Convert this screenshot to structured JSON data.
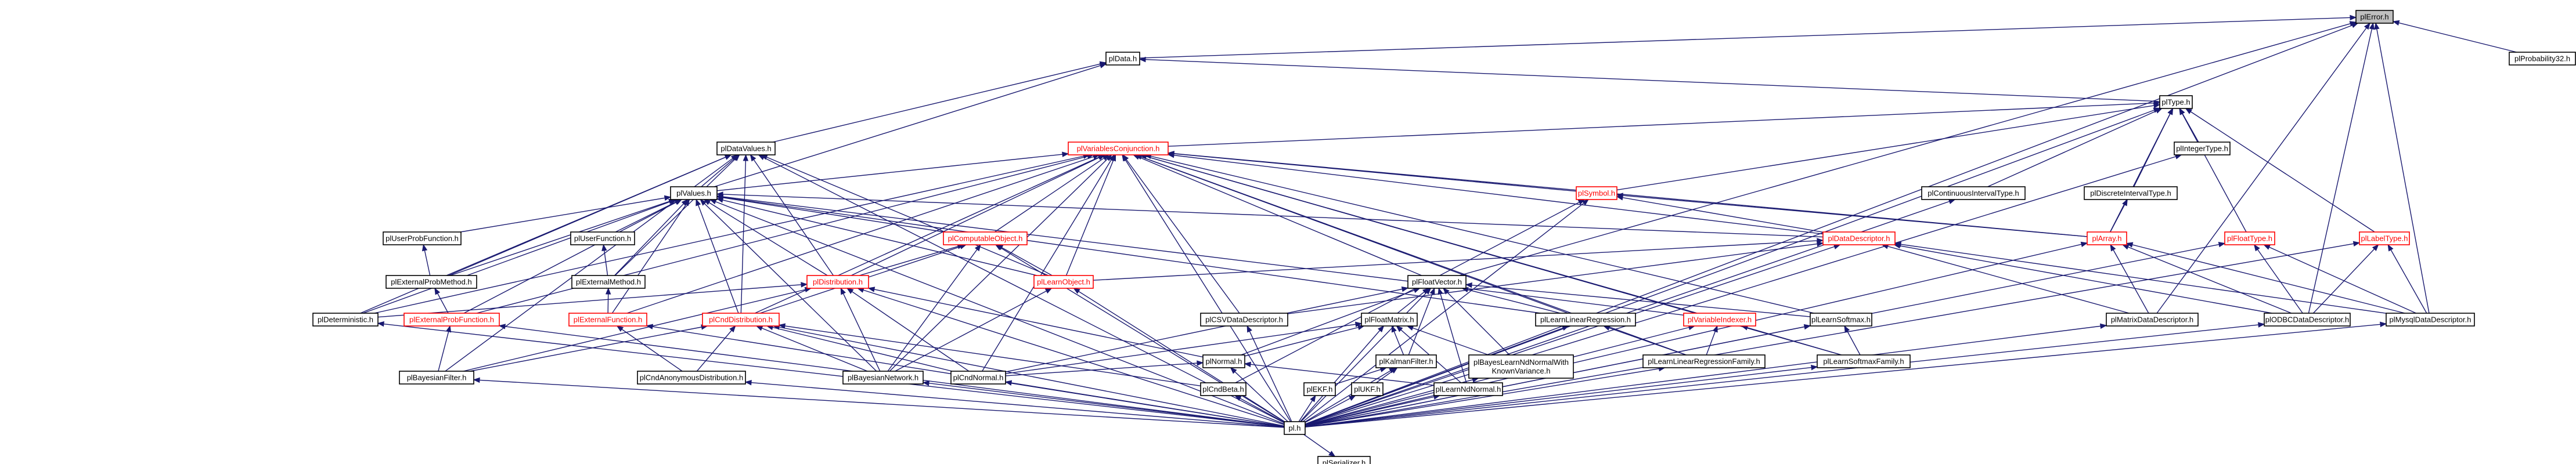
{
  "diagram": {
    "title": "",
    "edge_color": "#191970",
    "node_border_color": "#000000",
    "truncated_node_color": "#ff0000",
    "root_fill": "#bfbfbf",
    "nodes": [
      {
        "id": "plError",
        "label": "plError.h",
        "root": true
      },
      {
        "id": "plProbability32",
        "label": "plProbability32.h"
      },
      {
        "id": "plData",
        "label": "plData.h"
      },
      {
        "id": "plType",
        "label": "plType.h"
      },
      {
        "id": "plDataValues",
        "label": "plDataValues.h"
      },
      {
        "id": "plVariablesConjunction",
        "label": "plVariablesConjunction.h",
        "truncated": true
      },
      {
        "id": "plIntegerType",
        "label": "plIntegerType.h"
      },
      {
        "id": "plValues",
        "label": "plValues.h"
      },
      {
        "id": "plSymbol",
        "label": "plSymbol.h",
        "truncated": true
      },
      {
        "id": "plContinuousIntervalType",
        "label": "plContinuousIntervalType.h"
      },
      {
        "id": "plDiscreteIntervalType",
        "label": "plDiscreteIntervalType.h"
      },
      {
        "id": "plUserProbFunction",
        "label": "plUserProbFunction.h"
      },
      {
        "id": "plUserFunction",
        "label": "plUserFunction.h"
      },
      {
        "id": "plComputableObject",
        "label": "plComputableObject.h",
        "truncated": true
      },
      {
        "id": "plDataDescriptor",
        "label": "plDataDescriptor.h",
        "truncated": true
      },
      {
        "id": "plArray",
        "label": "plArray.h",
        "truncated": true
      },
      {
        "id": "plFloatType",
        "label": "plFloatType.h",
        "truncated": true
      },
      {
        "id": "plLabelType",
        "label": "plLabelType.h",
        "truncated": true
      },
      {
        "id": "plFloatVector",
        "label": "plFloatVector.h"
      },
      {
        "id": "plExternalProbMethod",
        "label": "plExternalProbMethod.h"
      },
      {
        "id": "plExternalMethod",
        "label": "plExternalMethod.h"
      },
      {
        "id": "plDistribution",
        "label": "plDistribution.h",
        "truncated": true
      },
      {
        "id": "plLearnObject",
        "label": "plLearnObject.h",
        "truncated": true
      },
      {
        "id": "plCSVDataDescriptor",
        "label": "plCSVDataDescriptor.h"
      },
      {
        "id": "plFloatMatrix",
        "label": "plFloatMatrix.h"
      },
      {
        "id": "plLearnLinearRegression",
        "label": "plLearnLinearRegression.h"
      },
      {
        "id": "plVariableIndexer",
        "label": "plVariableIndexer.h",
        "truncated": true
      },
      {
        "id": "plLearnSoftmax",
        "label": "plLearnSoftmax.h"
      },
      {
        "id": "plMatrixDataDescriptor",
        "label": "plMatrixDataDescriptor.h"
      },
      {
        "id": "plODBCDataDescriptor",
        "label": "plODBCDataDescriptor.h"
      },
      {
        "id": "plMysqlDataDescriptor",
        "label": "plMysqlDataDescriptor.h"
      },
      {
        "id": "plDeterministic",
        "label": "plDeterministic.h"
      },
      {
        "id": "plExternalProbFunction",
        "label": "plExternalProbFunction.h",
        "truncated": true
      },
      {
        "id": "plExternalFunction",
        "label": "plExternalFunction.h",
        "truncated": true
      },
      {
        "id": "plCndDistribution",
        "label": "plCndDistribution.h",
        "truncated": true
      },
      {
        "id": "plNormal",
        "label": "plNormal.h"
      },
      {
        "id": "plKalmanFilter",
        "label": "plKalmanFilter.h"
      },
      {
        "id": "plBayesLearnNdNormalWithKnownVariance",
        "label": "plBayesLearnNdNormalWith\nKnownVariance.h"
      },
      {
        "id": "plLearnLinearRegressionFamily",
        "label": "plLearnLinearRegressionFamily.h"
      },
      {
        "id": "plLearnSoftmaxFamily",
        "label": "plLearnSoftmaxFamily.h"
      },
      {
        "id": "plBayesianFilter",
        "label": "plBayesianFilter.h"
      },
      {
        "id": "plCndAnonymousDistribution",
        "label": "plCndAnonymousDistribution.h"
      },
      {
        "id": "plBayesianNetwork",
        "label": "plBayesianNetwork.h"
      },
      {
        "id": "plCndNormal",
        "label": "plCndNormal.h"
      },
      {
        "id": "plCndBeta",
        "label": "plCndBeta.h"
      },
      {
        "id": "plEKF",
        "label": "plEKF.h"
      },
      {
        "id": "plUKF",
        "label": "plUKF.h"
      },
      {
        "id": "plLearnNdNormal",
        "label": "plLearnNdNormal.h"
      },
      {
        "id": "pl",
        "label": "pl.h"
      },
      {
        "id": "plSerializer",
        "label": "plSerializer.h"
      }
    ],
    "edges": [
      [
        "plError",
        "plProbability32"
      ],
      [
        "plError",
        "plData"
      ],
      [
        "plError",
        "plFloatVector"
      ],
      [
        "plError",
        "plMatrixDataDescriptor"
      ],
      [
        "plError",
        "plODBCDataDescriptor"
      ],
      [
        "plError",
        "plMysqlDataDescriptor"
      ],
      [
        "plError",
        "pl"
      ],
      [
        "plData",
        "plType"
      ],
      [
        "plData",
        "plDataValues"
      ],
      [
        "plData",
        "plValues"
      ],
      [
        "plType",
        "plVariablesConjunction"
      ],
      [
        "plType",
        "plIntegerType"
      ],
      [
        "plType",
        "plSymbol"
      ],
      [
        "plType",
        "plContinuousIntervalType"
      ],
      [
        "plType",
        "plDiscreteIntervalType"
      ],
      [
        "plType",
        "plArray"
      ],
      [
        "plType",
        "plFloatType"
      ],
      [
        "plType",
        "plLabelType"
      ],
      [
        "plType",
        "pl"
      ],
      [
        "plDataValues",
        "plValues"
      ],
      [
        "plDataValues",
        "plExternalProbMethod"
      ],
      [
        "plDataValues",
        "plExternalMethod"
      ],
      [
        "plDataValues",
        "plDistribution"
      ],
      [
        "plDataValues",
        "plLearnObject"
      ],
      [
        "plDataValues",
        "plCndDistribution"
      ],
      [
        "plDataValues",
        "plBayesianFilter"
      ],
      [
        "plDataValues",
        "pl"
      ],
      [
        "plDataValues",
        "plDeterministic"
      ],
      [
        "plVariablesConjunction",
        "plValues"
      ],
      [
        "plVariablesConjunction",
        "plSymbol"
      ],
      [
        "plVariablesConjunction",
        "plComputableObject"
      ],
      [
        "plVariablesConjunction",
        "plDataDescriptor"
      ],
      [
        "plVariablesConjunction",
        "plFloatVector"
      ],
      [
        "plVariablesConjunction",
        "plDistribution"
      ],
      [
        "plVariablesConjunction",
        "plLearnObject"
      ],
      [
        "plVariablesConjunction",
        "plCSVDataDescriptor"
      ],
      [
        "plVariablesConjunction",
        "plVariableIndexer"
      ],
      [
        "plVariablesConjunction",
        "plLearnLinearRegression"
      ],
      [
        "plVariablesConjunction",
        "plLearnSoftmax"
      ],
      [
        "plVariablesConjunction",
        "plCndDistribution"
      ],
      [
        "plVariablesConjunction",
        "plExternalFunction"
      ],
      [
        "plVariablesConjunction",
        "plExternalProbFunction"
      ],
      [
        "plVariablesConjunction",
        "plDeterministic"
      ],
      [
        "plVariablesConjunction",
        "plBayesianNetwork"
      ],
      [
        "plVariablesConjunction",
        "plLearnSoftmaxFamily"
      ],
      [
        "plVariablesConjunction",
        "plLearnLinearRegressionFamily"
      ],
      [
        "plVariablesConjunction",
        "plArray"
      ],
      [
        "plVariablesConjunction",
        "pl"
      ],
      [
        "plVariablesConjunction",
        "plCndNormal"
      ],
      [
        "plIntegerType",
        "pl"
      ],
      [
        "plValues",
        "plUserProbFunction"
      ],
      [
        "plValues",
        "plUserFunction"
      ],
      [
        "plValues",
        "plComputableObject"
      ],
      [
        "plValues",
        "plDataDescriptor"
      ],
      [
        "plValues",
        "plDistribution"
      ],
      [
        "plValues",
        "plLearnObject"
      ],
      [
        "plValues",
        "plExternalProbMethod"
      ],
      [
        "plValues",
        "plExternalMethod"
      ],
      [
        "plValues",
        "plCndDistribution"
      ],
      [
        "plValues",
        "plDeterministic"
      ],
      [
        "plValues",
        "plExternalFunction"
      ],
      [
        "plValues",
        "plExternalProbFunction"
      ],
      [
        "plValues",
        "plBayesianNetwork"
      ],
      [
        "plValues",
        "plLearnLinearRegression"
      ],
      [
        "plValues",
        "plVariableIndexer"
      ],
      [
        "plValues",
        "pl"
      ],
      [
        "plSymbol",
        "plDataDescriptor"
      ],
      [
        "plSymbol",
        "plArray"
      ],
      [
        "plSymbol",
        "pl"
      ],
      [
        "plSymbol",
        "plCndBeta"
      ],
      [
        "plContinuousIntervalType",
        "pl"
      ],
      [
        "plDiscreteIntervalType",
        "plArray"
      ],
      [
        "plUserProbFunction",
        "plExternalProbMethod"
      ],
      [
        "plUserFunction",
        "plExternalMethod"
      ],
      [
        "plComputableObject",
        "plDistribution"
      ],
      [
        "plComputableObject",
        "plLearnObject"
      ],
      [
        "plComputableObject",
        "plCndDistribution"
      ],
      [
        "plComputableObject",
        "plBayesianNetwork"
      ],
      [
        "plComputableObject",
        "pl"
      ],
      [
        "plDataDescriptor",
        "plLearnObject"
      ],
      [
        "plDataDescriptor",
        "plCSVDataDescriptor"
      ],
      [
        "plDataDescriptor",
        "plMatrixDataDescriptor"
      ],
      [
        "plDataDescriptor",
        "plODBCDataDescriptor"
      ],
      [
        "plDataDescriptor",
        "plMysqlDataDescriptor"
      ],
      [
        "plDataDescriptor",
        "pl"
      ],
      [
        "plArray",
        "plMatrixDataDescriptor"
      ],
      [
        "plArray",
        "plODBCDataDescriptor"
      ],
      [
        "plArray",
        "plMysqlDataDescriptor"
      ],
      [
        "plArray",
        "pl"
      ],
      [
        "plFloatType",
        "plODBCDataDescriptor"
      ],
      [
        "plFloatType",
        "plMysqlDataDescriptor"
      ],
      [
        "plFloatType",
        "pl"
      ],
      [
        "plLabelType",
        "plODBCDataDescriptor"
      ],
      [
        "plLabelType",
        "plMysqlDataDescriptor"
      ],
      [
        "plLabelType",
        "pl"
      ],
      [
        "plFloatVector",
        "plFloatMatrix"
      ],
      [
        "plFloatVector",
        "plLearnLinearRegression"
      ],
      [
        "plFloatVector",
        "plLearnSoftmax"
      ],
      [
        "plFloatVector",
        "plNormal"
      ],
      [
        "plFloatVector",
        "plKalmanFilter"
      ],
      [
        "plFloatVector",
        "plBayesLearnNdNormalWithKnownVariance"
      ],
      [
        "plFloatVector",
        "plLearnNdNormal"
      ],
      [
        "plFloatVector",
        "plCndNormal"
      ],
      [
        "plFloatVector",
        "pl"
      ],
      [
        "plExternalProbMethod",
        "plExternalProbFunction"
      ],
      [
        "plExternalMethod",
        "plExternalFunction"
      ],
      [
        "plDistribution",
        "plDeterministic"
      ],
      [
        "plDistribution",
        "plNormal"
      ],
      [
        "plDistribution",
        "plBayesianFilter"
      ],
      [
        "plDistribution",
        "plBayesianNetwork"
      ],
      [
        "plDistribution",
        "plCndNormal"
      ],
      [
        "plDistribution",
        "pl"
      ],
      [
        "plLearnObject",
        "plBayesianNetwork"
      ],
      [
        "plLearnObject",
        "pl"
      ],
      [
        "plCSVDataDescriptor",
        "pl"
      ],
      [
        "plFloatMatrix",
        "plNormal"
      ],
      [
        "plFloatMatrix",
        "plKalmanFilter"
      ],
      [
        "plFloatMatrix",
        "plBayesLearnNdNormalWithKnownVariance"
      ],
      [
        "plFloatMatrix",
        "plLearnNdNormal"
      ],
      [
        "plFloatMatrix",
        "plCndNormal"
      ],
      [
        "plFloatMatrix",
        "pl"
      ],
      [
        "plLearnLinearRegression",
        "plLearnLinearRegressionFamily"
      ],
      [
        "plLearnLinearRegression",
        "pl"
      ],
      [
        "plVariableIndexer",
        "plLearnLinearRegressionFamily"
      ],
      [
        "plVariableIndexer",
        "plLearnSoftmaxFamily"
      ],
      [
        "plVariableIndexer",
        "pl"
      ],
      [
        "plLearnSoftmax",
        "plLearnSoftmaxFamily"
      ],
      [
        "plLearnSoftmax",
        "pl"
      ],
      [
        "plMatrixDataDescriptor",
        "pl"
      ],
      [
        "plODBCDataDescriptor",
        "pl"
      ],
      [
        "plMysqlDataDescriptor",
        "pl"
      ],
      [
        "plDeterministic",
        "pl"
      ],
      [
        "plExternalProbFunction",
        "plBayesianFilter"
      ],
      [
        "plExternalProbFunction",
        "pl"
      ],
      [
        "plExternalFunction",
        "plCndAnonymousDistribution"
      ],
      [
        "plExternalFunction",
        "pl"
      ],
      [
        "plCndDistribution",
        "plBayesianFilter"
      ],
      [
        "plCndDistribution",
        "plCndAnonymousDistribution"
      ],
      [
        "plCndDistribution",
        "plBayesianNetwork"
      ],
      [
        "plCndDistribution",
        "plCndNormal"
      ],
      [
        "plCndDistribution",
        "plCndBeta"
      ],
      [
        "plCndDistribution",
        "pl"
      ],
      [
        "plNormal",
        "plCndNormal"
      ],
      [
        "plNormal",
        "plLearnNdNormal"
      ],
      [
        "plNormal",
        "pl"
      ],
      [
        "plKalmanFilter",
        "plEKF"
      ],
      [
        "plKalmanFilter",
        "plUKF"
      ],
      [
        "plKalmanFilter",
        "pl"
      ],
      [
        "plBayesLearnNdNormalWithKnownVariance",
        "pl"
      ],
      [
        "plLearnLinearRegressionFamily",
        "pl"
      ],
      [
        "plLearnSoftmaxFamily",
        "pl"
      ],
      [
        "plBayesianFilter",
        "pl"
      ],
      [
        "plCndAnonymousDistribution",
        "pl"
      ],
      [
        "plBayesianNetwork",
        "pl"
      ],
      [
        "plCndNormal",
        "pl"
      ],
      [
        "plCndBeta",
        "pl"
      ],
      [
        "plEKF",
        "pl"
      ],
      [
        "plUKF",
        "pl"
      ],
      [
        "plLearnNdNormal",
        "pl"
      ],
      [
        "plSerializer",
        "pl"
      ]
    ]
  }
}
